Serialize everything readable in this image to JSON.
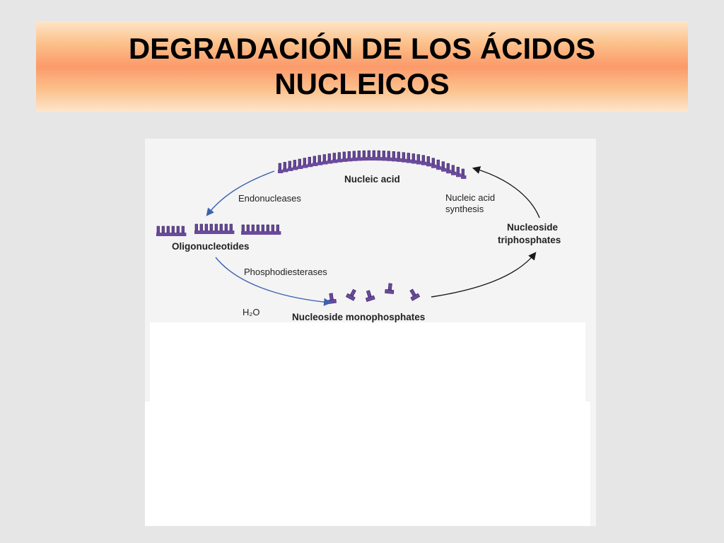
{
  "slide": {
    "title_line1": "DEGRADACIÓN DE LOS ÁCIDOS",
    "title_line2": "NUCLEICOS"
  },
  "diagram": {
    "nodes": {
      "nucleic_acid": "Nucleic acid",
      "oligonucleotides": "Oligonucleotides",
      "nucleoside_monophosphates": "Nucleoside monophosphates",
      "nucleoside_triphosphates_line1": "Nucleoside",
      "nucleoside_triphosphates_line2": "triphosphates"
    },
    "edges": {
      "endonucleases": "Endonucleases",
      "phosphodiesterases": "Phosphodiesterases",
      "synthesis_line1": "Nucleic acid",
      "synthesis_line2": "synthesis"
    },
    "water": "H₂O",
    "colors": {
      "strand": "#6a4a9c",
      "strand_outline": "#2e1f52",
      "arrow_blue": "#3a63b0",
      "arrow_dark": "#1a1a1a"
    }
  }
}
